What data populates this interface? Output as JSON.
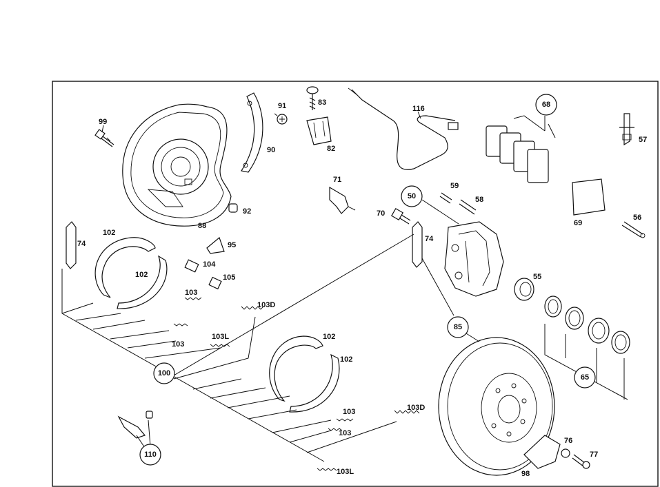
{
  "labels": {
    "p99": "99",
    "p91": "91",
    "p83": "83",
    "p116": "116",
    "p68": "68",
    "p57": "57",
    "p90": "90",
    "p82": "82",
    "p71": "71",
    "p59": "59",
    "p58": "58",
    "p50": "50",
    "p70": "70",
    "p92": "92",
    "p88": "88",
    "p56": "56",
    "p69": "69",
    "p74a": "74",
    "p102a": "102",
    "p95": "95",
    "p74b": "74",
    "p104": "104",
    "p102b": "102",
    "p105": "105",
    "p55": "55",
    "p103a": "103",
    "p103Da": "103D",
    "p85": "85",
    "p103b": "103",
    "p103La": "103L",
    "p102c": "102",
    "p102d": "102",
    "p100": "100",
    "p65": "65",
    "p103Db": "103D",
    "p103c": "103",
    "p103d": "103",
    "p76": "76",
    "p110": "110",
    "p77": "77",
    "p103Lb": "103L",
    "p98": "98"
  }
}
